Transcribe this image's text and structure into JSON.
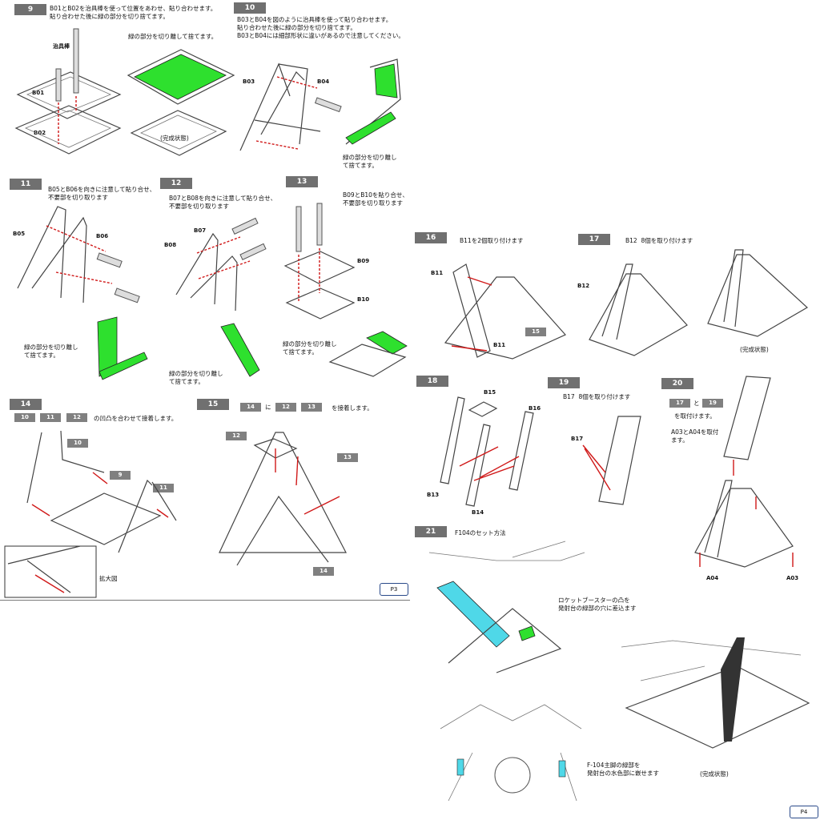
{
  "page3": {
    "step9": {
      "num": "9",
      "text": "B01とB02を治具棒を使って位置をあわせ、貼り合わせます。\n貼り合わせた後に緑の部分を切り捨てます。",
      "cut_note": "緑の部分を切り離して捨てます。",
      "tool": "治具棒",
      "b01": "B01",
      "b02": "B02",
      "done": "(完成状態)"
    },
    "step10": {
      "num": "10",
      "text": "B03とB04を図のように治具棒を使って貼り合わせます。\n貼り合わせた後に緑の部分を切り捨てます。\nB03とB04には細部形状に違いがあるので注意してください。",
      "b03": "B03",
      "b04": "B04",
      "cut_note": "緑の部分を切り離し\nて捨てます。"
    },
    "step11": {
      "num": "11",
      "text": "B05とB06を向きに注意して貼り合せ、\n不要部を切り取ります",
      "b05": "B05",
      "b06": "B06",
      "cut_note": "緑の部分を切り離し\nて捨てます。"
    },
    "step12": {
      "num": "12",
      "text": "B07とB08を向きに注意して貼り合せ、\n不要部を切り取ります",
      "b07": "B07",
      "b08": "B08",
      "cut_note": "緑の部分を切り離し\nて捨てます。"
    },
    "step13": {
      "num": "13",
      "text": "B09とB10を貼り合せ、\n不要部を切り取ります",
      "b09": "B09",
      "b10": "B10",
      "cut_note": "緑の部分を切り離し\nて捨てます。"
    },
    "step14": {
      "num": "14",
      "tags": [
        "10",
        "11",
        "12"
      ],
      "text": "の凹凸を合わせて接着します。",
      "l10": "10",
      "l9": "9",
      "l11": "11",
      "enlarge": "拡大図"
    },
    "step15": {
      "num": "15",
      "tag14": "14",
      "ni": "に",
      "tag12": "12",
      "tag13": "13",
      "text": "を接着します。",
      "l12": "12",
      "l13": "13",
      "l14": "14"
    },
    "page_num": "P3"
  },
  "page4": {
    "step16": {
      "num": "16",
      "text": "B11を2個取り付けます",
      "b11a": "B11",
      "b11b": "B11",
      "l15": "15"
    },
    "step17": {
      "num": "17",
      "text": "B12  8個を取り付けます",
      "b12": "B12",
      "done": "(完成状態)"
    },
    "step18": {
      "num": "18",
      "b15": "B15",
      "b16": "B16",
      "b13": "B13",
      "b14": "B14"
    },
    "step19": {
      "num": "19",
      "text": "B17  8個を取り付けます",
      "b17": "B17"
    },
    "step20": {
      "num": "20",
      "tag17": "17",
      "to": "と",
      "tag19": "19",
      "text": "を取付けます。",
      "text2": "A03とA04を取付\nます。",
      "a04": "A04",
      "a03": "A03"
    },
    "step21": {
      "num": "21",
      "title": "F104のセット方法",
      "note1": "ロケットブースターの凸を\n発射台の緑部の穴に差込ます",
      "note2": "F-104主脚の緑部を\n発射台の水色部に嵌せます",
      "done": "(完成状態)"
    },
    "page_num": "P4"
  },
  "colors": {
    "highlight_green": "#2ee02e",
    "highlight_cyan": "#4fd8e8",
    "arrow_red": "#d01818",
    "step_gray": "#707070"
  }
}
